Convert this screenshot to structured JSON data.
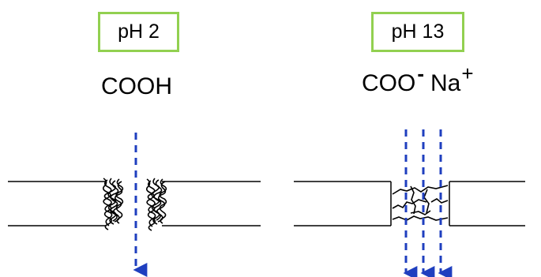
{
  "left_panel": {
    "ph_label": "pH 2",
    "group_label": "COOH"
  },
  "right_panel": {
    "ph_label": "pH 13",
    "group_main": "COO",
    "minus_sign": "-",
    "counter_ion": "Na",
    "plus_sign": "+"
  },
  "colors": {
    "box_border": "#92d050",
    "flow_arrow": "#1f3fbf",
    "membrane_line": "#000000"
  },
  "icons": {
    "coiled_chains": "tangled-polymer-icon",
    "extended_chains": "extended-polymer-icon",
    "flow_arrow": "dashed-down-arrow-icon"
  }
}
